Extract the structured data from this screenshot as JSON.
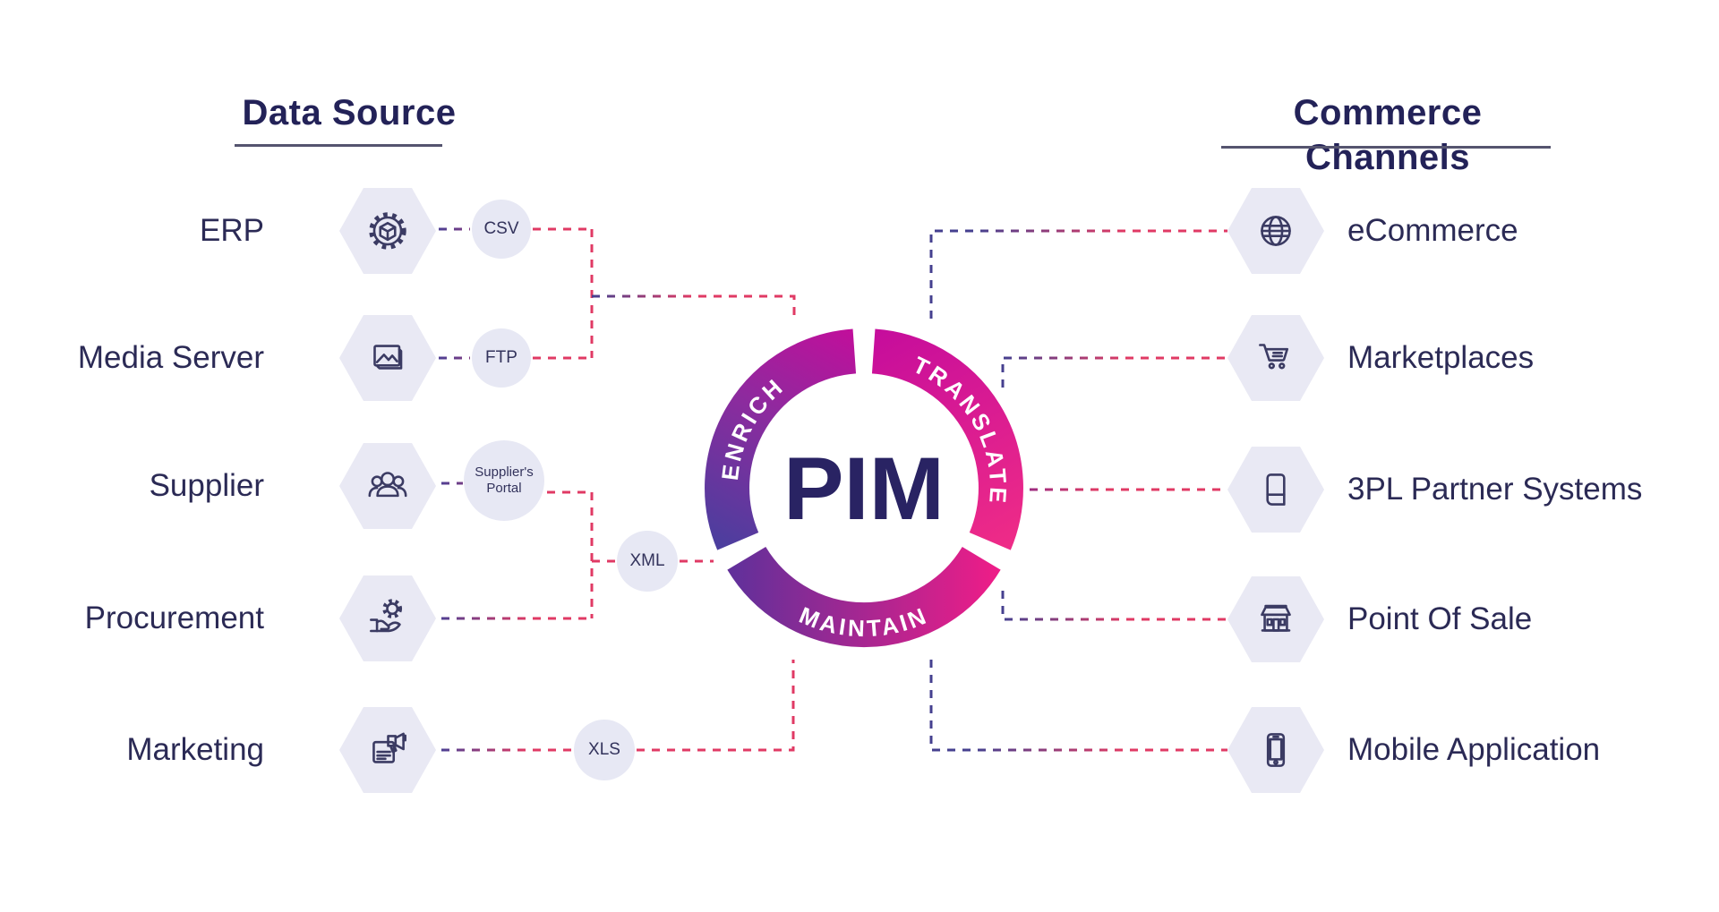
{
  "titles": {
    "left": "Data Source",
    "right": "Commerce Channels"
  },
  "center": {
    "label": "PIM",
    "segments": [
      {
        "label": "ENRICH"
      },
      {
        "label": "TRANSLATE"
      },
      {
        "label": "MAINTAIN"
      }
    ]
  },
  "data_sources": [
    {
      "label": "ERP",
      "icon": "gear-cube-icon"
    },
    {
      "label": "Media Server",
      "icon": "image-icon"
    },
    {
      "label": "Supplier",
      "icon": "people-group-icon"
    },
    {
      "label": "Procurement",
      "icon": "hand-gear-icon"
    },
    {
      "label": "Marketing",
      "icon": "megaphone-document-icon"
    }
  ],
  "connector_labels": [
    {
      "label": "CSV"
    },
    {
      "label": "FTP"
    },
    {
      "label": "Supplier's Portal"
    },
    {
      "label": "XML"
    },
    {
      "label": "XLS"
    }
  ],
  "commerce_channels": [
    {
      "label": "eCommerce",
      "icon": "globe-icon"
    },
    {
      "label": "Marketplaces",
      "icon": "shopping-cart-icon"
    },
    {
      "label": "3PL Partner Systems",
      "icon": "book-icon"
    },
    {
      "label": "Point Of Sale",
      "icon": "storefront-icon"
    },
    {
      "label": "Mobile Application",
      "icon": "smartphone-icon"
    }
  ],
  "colors": {
    "navy_text": "#2b2a55",
    "title_navy": "#232258",
    "pim_navy": "#292363",
    "line_indigo": "#45408f",
    "line_pink": "#e03a64",
    "hex_fill": "#e9e9f4",
    "ring_indigo": "#4c3e9e",
    "ring_magenta": "#c00f9b",
    "ring_pink": "#ee2b87"
  }
}
